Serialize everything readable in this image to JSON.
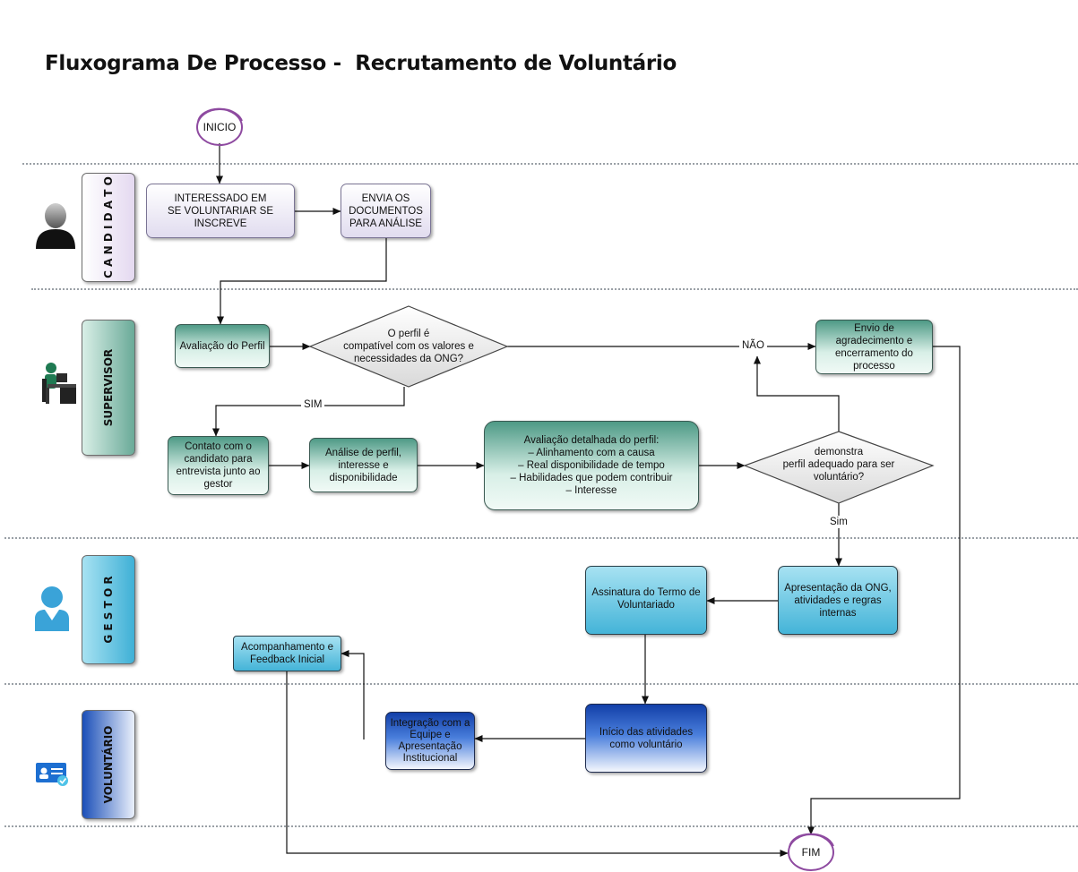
{
  "title": "Fluxograma De Processo -  Recrutamento de Voluntário",
  "lanes": {
    "candidato": "C A N D I D A T O",
    "supervisor": "SUPERVISOR",
    "gestor": "G E S T O R",
    "voluntario": "VOLUNTÁRIO"
  },
  "lane_colors": {
    "candidato": "#e6dcf0",
    "supervisor": "#6aaa98",
    "gestor": "#56bedf",
    "voluntario": "#2a60c8"
  },
  "terminals": {
    "start": "INICIO",
    "end": "FIM"
  },
  "steps": {
    "inscreve": "INTERESSADO EM\nSE VOLUNTARIAR SE\nINSCREVE",
    "envia_docs": "ENVIA OS\nDOCUMENTOS\nPARA ANÁLISE",
    "avaliacao_perfil": "Avaliação do Perfil",
    "decisao_perfil": "O perfil é\ncompatível com os valores e\nnecessidades da ONG?",
    "envio_agradecimento": "Envio de\nagradecimento e\nencerramento do\nprocesso",
    "contato_candidato": "Contato com o\ncandidato para\nentrevista junto ao\ngestor",
    "analise_perfil": "Análise de perfil,\ninteresse e\ndisponibilidade",
    "avaliacao_detalhada": "Avaliação detalhada do perfil:\n– Alinhamento com a causa\n– Real disponibilidade de tempo\n– Habilidades que podem contribuir\n– Interesse",
    "decisao_adequado": "demonstra\nperfil adequado para ser\nvoluntário?",
    "apresentacao_ong": "Apresentação da ONG,\natividades e regras\ninternas",
    "assinatura_termo": "Assinatura do Termo de\nVoluntariado",
    "acompanhamento": "Acompanhamento e\nFeedback Inicial",
    "inicio_atividades": "Início das atividades\ncomo voluntário",
    "integracao": "Integração com a\nEquipe e\nApresentação\nInstitucional"
  },
  "edge_labels": {
    "nao": "NÃO",
    "sim_upper": "SIM",
    "sim_lower": "Sim"
  },
  "icons": [
    "person-icon",
    "office-worker-icon",
    "manager-icon",
    "id-card-icon"
  ]
}
